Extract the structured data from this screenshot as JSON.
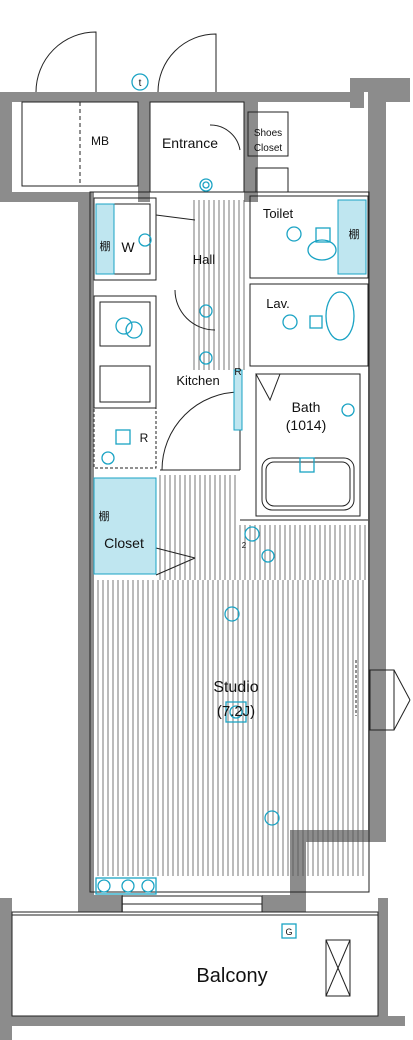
{
  "rooms": {
    "mb": "MB",
    "entrance": "Entrance",
    "shoes_closet_line1": "Shoes",
    "shoes_closet_line2": "Closet",
    "toilet": "Toilet",
    "shelf_toilet": "棚",
    "wash": "W",
    "shelf_wash": "棚",
    "hall": "Hall",
    "lav": "Lav.",
    "kitchen": "Kitchen",
    "fridge": "R",
    "fridge_hall": "R",
    "bath_line1": "Bath",
    "bath_line2": "(1014)",
    "shelf_closet": "棚",
    "closet": "Closet",
    "studio_line1": "Studio",
    "studio_line2": "(7.2J)",
    "balcony": "Balcony"
  },
  "markers": {
    "telephone": "t",
    "gas": "G",
    "outlet_num": "2"
  },
  "colors": {
    "wall": "#8c8c8c",
    "fixture": "#1aa3c4",
    "fixture_fill": "#bfe6f0"
  }
}
